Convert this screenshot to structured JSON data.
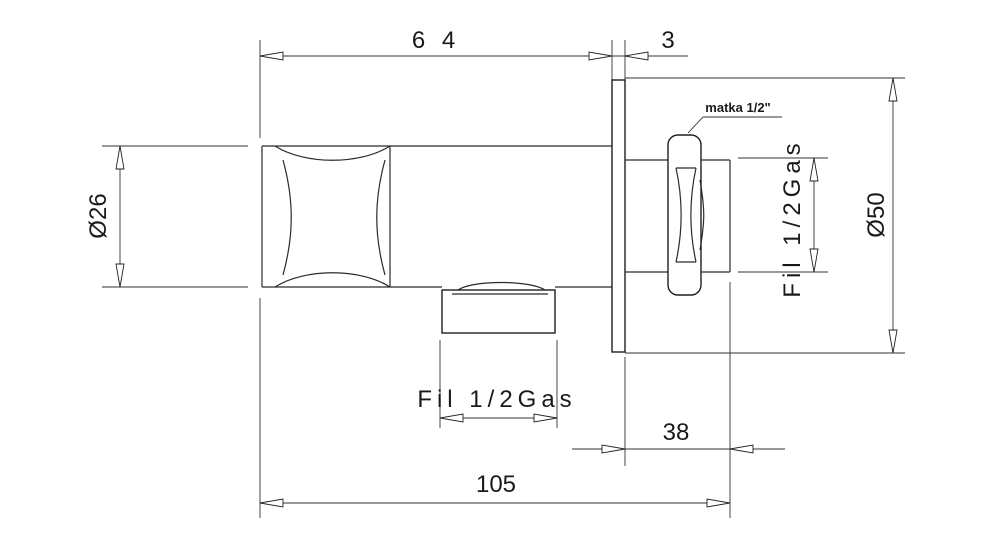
{
  "dimensions": {
    "length_64": "6 4",
    "length_3": "3",
    "dia_26": "Ø26",
    "dia_50": "Ø50",
    "thread_side": "Fil 1/2Gas",
    "thread_bottom": "Fil 1/2Gas",
    "nut_label": "matka 1/2\"",
    "length_38": "38",
    "length_105": "105"
  },
  "colors": {
    "line": "#2a2a2a",
    "background": "#ffffff"
  }
}
